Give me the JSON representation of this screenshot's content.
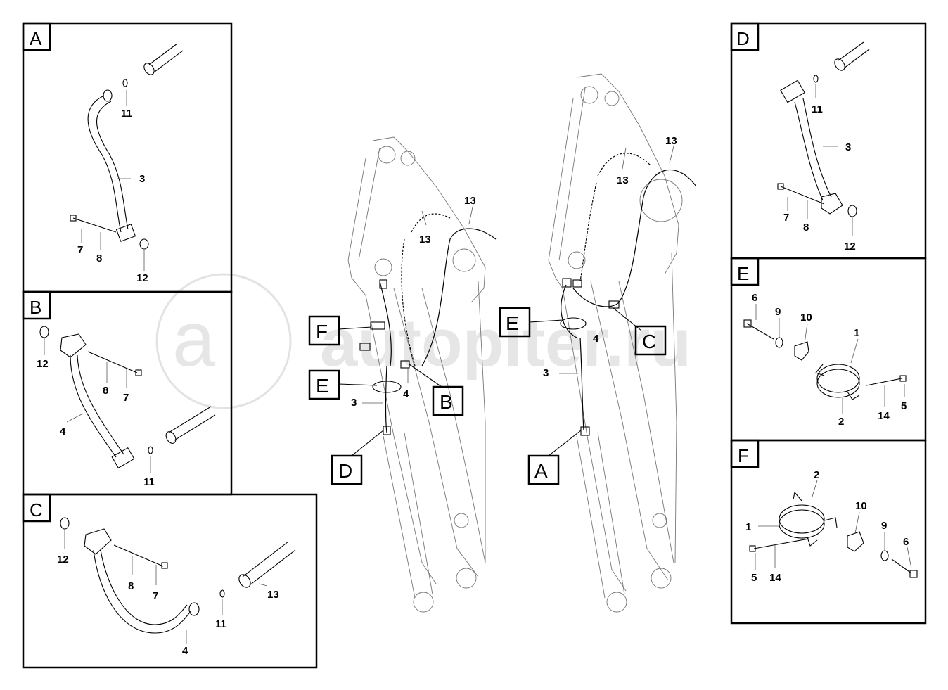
{
  "panels": {
    "A": {
      "label": "A",
      "parts": [
        "11",
        "3",
        "7",
        "8",
        "12"
      ]
    },
    "B": {
      "label": "B",
      "parts": [
        "12",
        "8",
        "7",
        "4",
        "11"
      ]
    },
    "C": {
      "label": "C",
      "parts": [
        "12",
        "8",
        "7",
        "11",
        "13",
        "4"
      ]
    },
    "D": {
      "label": "D",
      "parts": [
        "11",
        "3",
        "7",
        "8",
        "12"
      ]
    },
    "E": {
      "label": "E",
      "parts": [
        "6",
        "9",
        "10",
        "1",
        "2",
        "14",
        "5"
      ]
    },
    "F": {
      "label": "F",
      "parts": [
        "2",
        "10",
        "1",
        "9",
        "6",
        "5",
        "14"
      ]
    }
  },
  "boom_left": {
    "callouts": [
      "F",
      "E",
      "B",
      "D"
    ],
    "parts": [
      "13",
      "13",
      "4",
      "3"
    ]
  },
  "boom_right": {
    "callouts": [
      "E",
      "C",
      "A"
    ],
    "parts": [
      "13",
      "13",
      "4",
      "3"
    ]
  },
  "watermark": "autopiter.ru"
}
